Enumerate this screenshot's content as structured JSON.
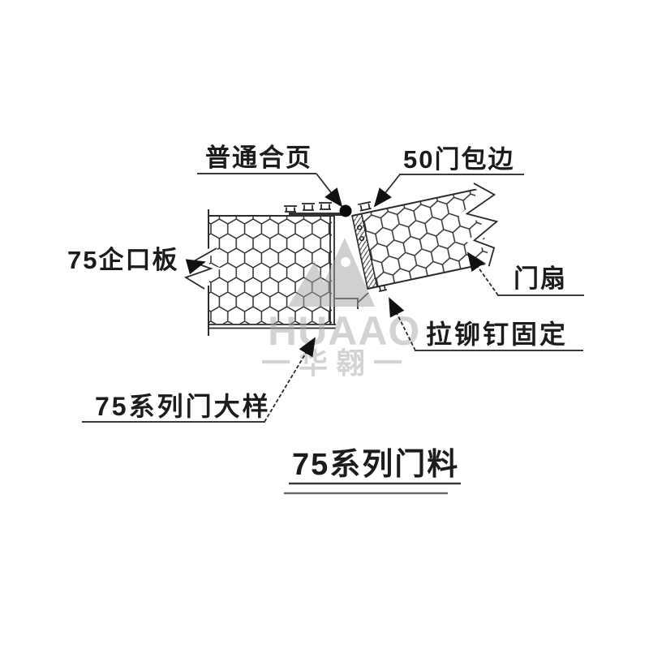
{
  "title": {
    "text": "75系列门料"
  },
  "labels": {
    "hinge": "普通合页",
    "edge_wrap": "50门包边",
    "panel": "75企口板",
    "door_leaf": "门扇",
    "rivet": "拉铆钉固定",
    "detail": "75系列门大样"
  },
  "watermark": {
    "brand": "HUAAO",
    "brand_cn": "一华翱一"
  },
  "colors": {
    "line": "#2b2b2b",
    "text": "#1c1c1c",
    "watermark": "#a9a9a9",
    "background": "#ffffff"
  }
}
